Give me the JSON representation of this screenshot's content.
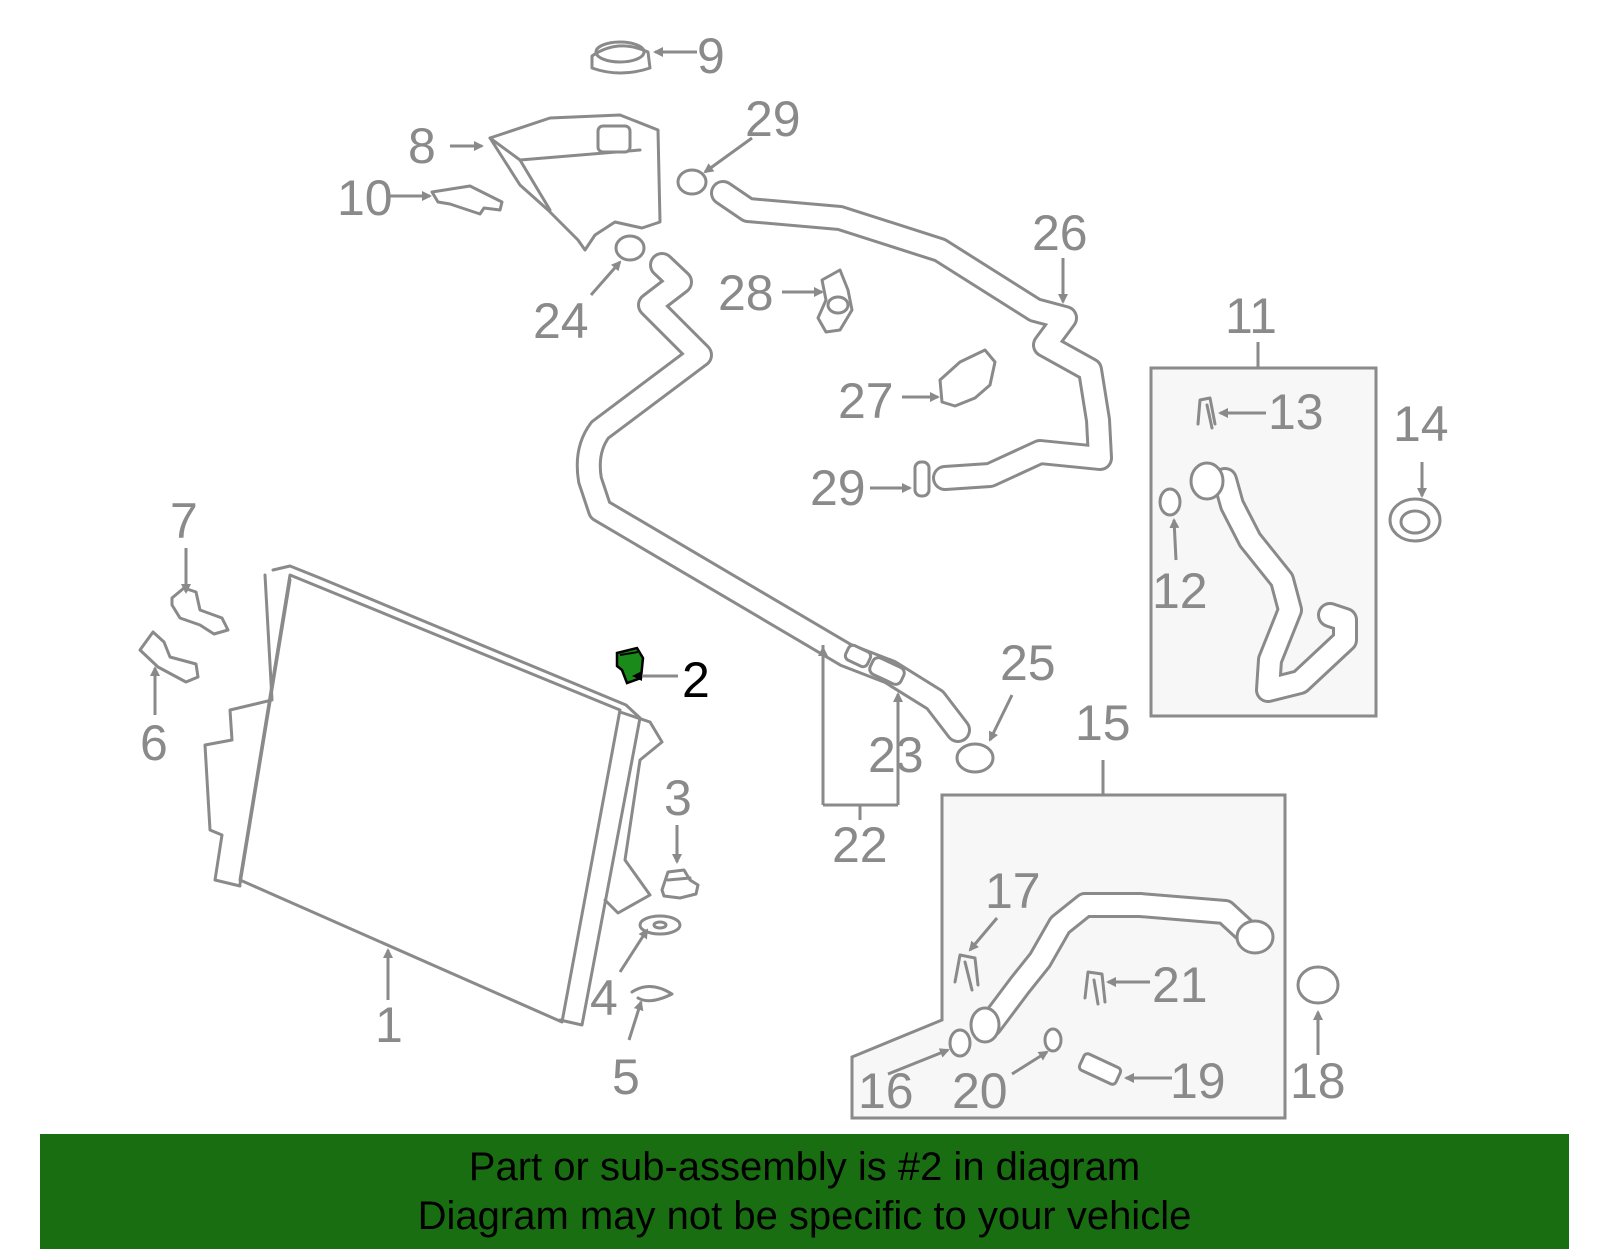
{
  "callouts": {
    "c1": "1",
    "c2": "2",
    "c3": "3",
    "c4": "4",
    "c5": "5",
    "c6": "6",
    "c7": "7",
    "c8": "8",
    "c9": "9",
    "c10": "10",
    "c11": "11",
    "c12": "12",
    "c13": "13",
    "c14": "14",
    "c15": "15",
    "c16": "16",
    "c17": "17",
    "c18": "18",
    "c19": "19",
    "c20": "20",
    "c21": "21",
    "c22": "22",
    "c23": "23",
    "c24": "24",
    "c25": "25",
    "c26": "26",
    "c27": "27",
    "c28": "28",
    "c29a": "29",
    "c29b": "29"
  },
  "highlight": {
    "part_number": "2",
    "color": "#1a8a1a"
  },
  "banner": {
    "line1": "Part or sub-assembly is #2 in diagram",
    "line2": "Diagram may not be specific to your vehicle",
    "background": "#1a6e12"
  },
  "colors": {
    "line_art": "#8a8a8a",
    "highlight_text": "#000000"
  }
}
